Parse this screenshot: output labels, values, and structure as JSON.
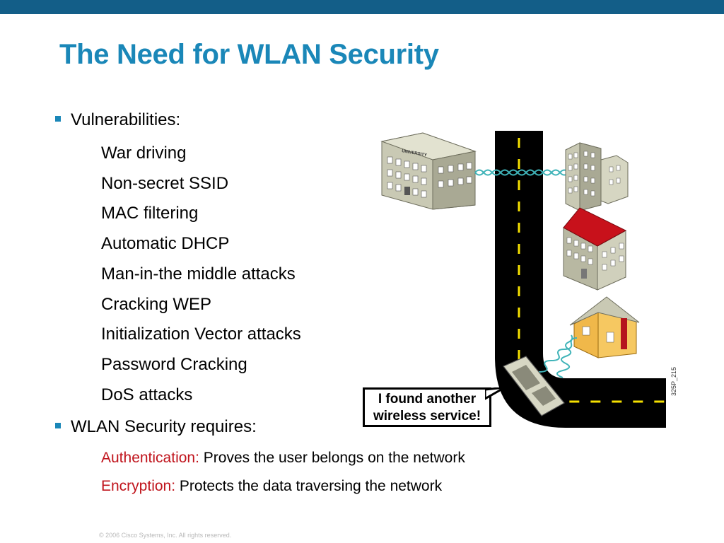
{
  "slide": {
    "title": "The Need for WLAN Security",
    "bullet1": "Vulnerabilities:",
    "vulnerabilities": [
      "War driving",
      "Non-secret SSID",
      "MAC filtering",
      "Automatic DHCP",
      "Man-in-the middle attacks",
      "Cracking WEP",
      "Initialization Vector attacks",
      "Password Cracking",
      "DoS attacks"
    ],
    "bullet2": "WLAN Security requires:",
    "requirements": [
      {
        "term": "Authentication:",
        "desc": "Proves the user  belongs on the network"
      },
      {
        "term": "Encryption:",
        "desc": "Protects the data traversing the network"
      }
    ],
    "illustration": {
      "university_sign": "UNIVERSITY",
      "speech_line1": "I found another",
      "speech_line2": "wireless service!",
      "figure_code": "325P_215"
    },
    "footer": "© 2006 Cisco Systems, Inc. All rights reserved."
  },
  "colors": {
    "accent": "#1a87b8",
    "top_bar": "#135e88",
    "term_red": "#c0141c"
  }
}
